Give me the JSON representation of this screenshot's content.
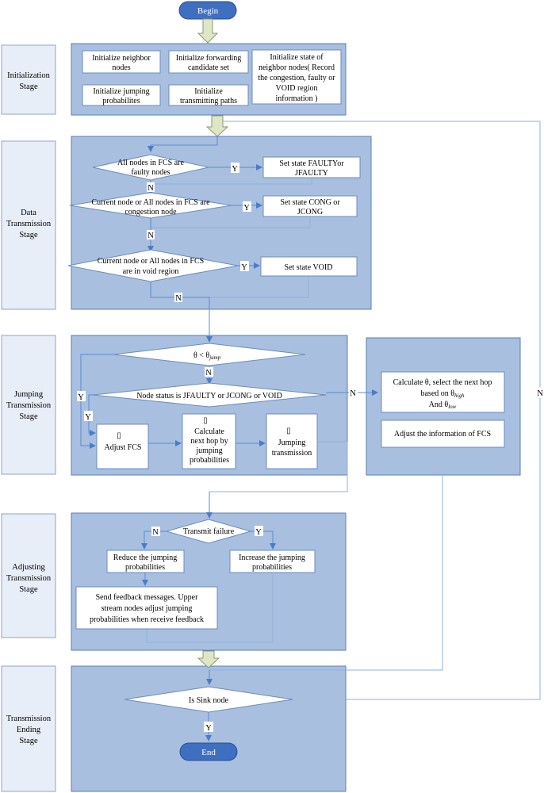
{
  "stages": {
    "init": [
      "Initialization",
      "Stage"
    ],
    "data": [
      "Data",
      "Transmission",
      "Stage"
    ],
    "jump": [
      "Jumping",
      "Transmission",
      "Stage"
    ],
    "adjust": [
      "Adjusting",
      "Transmission",
      "Stage"
    ],
    "end": [
      "Transmission",
      "Ending",
      "Stage"
    ]
  },
  "terminals": {
    "begin": "Begin",
    "end": "End"
  },
  "init": {
    "neighbor": [
      "Initialize neighbor",
      "nodes"
    ],
    "forwarding": [
      "Initialize forwarding",
      "candidate set"
    ],
    "state": [
      "Initialize state of",
      "neighbor nodes( Record",
      "the congestion, faulty or",
      "VOID  region",
      "information )"
    ],
    "jumping": [
      "Initialize jumping",
      "probabilites"
    ],
    "paths": [
      "Initialize",
      "transmitting paths"
    ]
  },
  "data": {
    "d1": [
      "All nodes in FCS are",
      "faulty nodes"
    ],
    "s1": [
      "Set state FAULTYor",
      "JFAULTY"
    ],
    "d2": [
      "Current node or All nodes in FCS are",
      "congestion node"
    ],
    "s2": [
      "Set state CONG or",
      "JCONG"
    ],
    "d3": [
      "Current node or All nodes in FCS",
      "are in void region"
    ],
    "s3": "Set state VOID"
  },
  "jump": {
    "theta": "θ < θ",
    "theta_sub": "jump",
    "status": "Node status is JFAULTY or JCONG or VOID",
    "fcs_mark": "▯",
    "fcs": "Adjust FCS",
    "calc_mark": "▯",
    "calc": [
      "Calculate",
      "next hop by",
      "jumping",
      "probabilities"
    ],
    "jt_mark": "▯",
    "jt": [
      "Jumping",
      "transmission"
    ],
    "r1_a": "Calculate θ,  select the next hop",
    "r1_b": "based on θ",
    "r1_b_sub": "high",
    "r1_c": "And θ",
    "r1_c_sub": "low",
    "r2": "Adjust the information of FCS"
  },
  "adjust": {
    "fail": "Transmit failure",
    "reduce": [
      "Reduce the jumping",
      "probabilities"
    ],
    "increase": [
      "Increase the jumping",
      "probabilities"
    ],
    "feedback": [
      "Send feedback messages. Upper",
      "stream nodes adjust jumping",
      "probabilities when receive feedback"
    ]
  },
  "ending": {
    "sink": "Is Sink node"
  },
  "labels": {
    "yes": "Y",
    "no": "N"
  }
}
